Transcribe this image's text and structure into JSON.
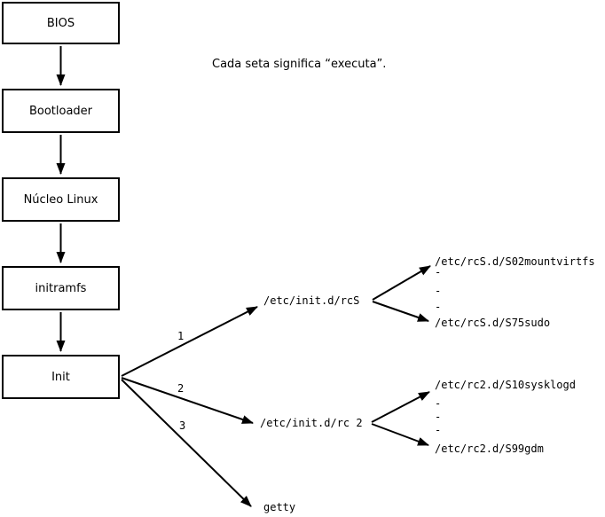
{
  "note": "Cada seta significa “executa”.",
  "flow_boxes": [
    {
      "label": "BIOS"
    },
    {
      "label": "Bootloader"
    },
    {
      "label": "Núcleo Linux"
    },
    {
      "label": "initramfs"
    },
    {
      "label": "Init"
    }
  ],
  "branch_labels": [
    "1",
    "2",
    "3"
  ],
  "branch_targets": {
    "rcS": "/etc/init.d/rcS",
    "rc2": "/etc/init.d/rc 2",
    "getty": "getty"
  },
  "rcS_fan": {
    "top": "/etc/rcS.d/S02mountvirtfs",
    "dash1": "-",
    "dash2": "-",
    "dash3": "-",
    "bottom": "/etc/rcS.d/S75sudo"
  },
  "rc2_fan": {
    "top": "/etc/rc2.d/S10sysklogd",
    "dash1": "-",
    "dash2": "-",
    "dash3": "-",
    "bottom": "/etc/rc2.d/S99gdm"
  },
  "colors": {
    "line": "#000000",
    "background": "#ffffff",
    "box_fill": "#ffffff"
  }
}
